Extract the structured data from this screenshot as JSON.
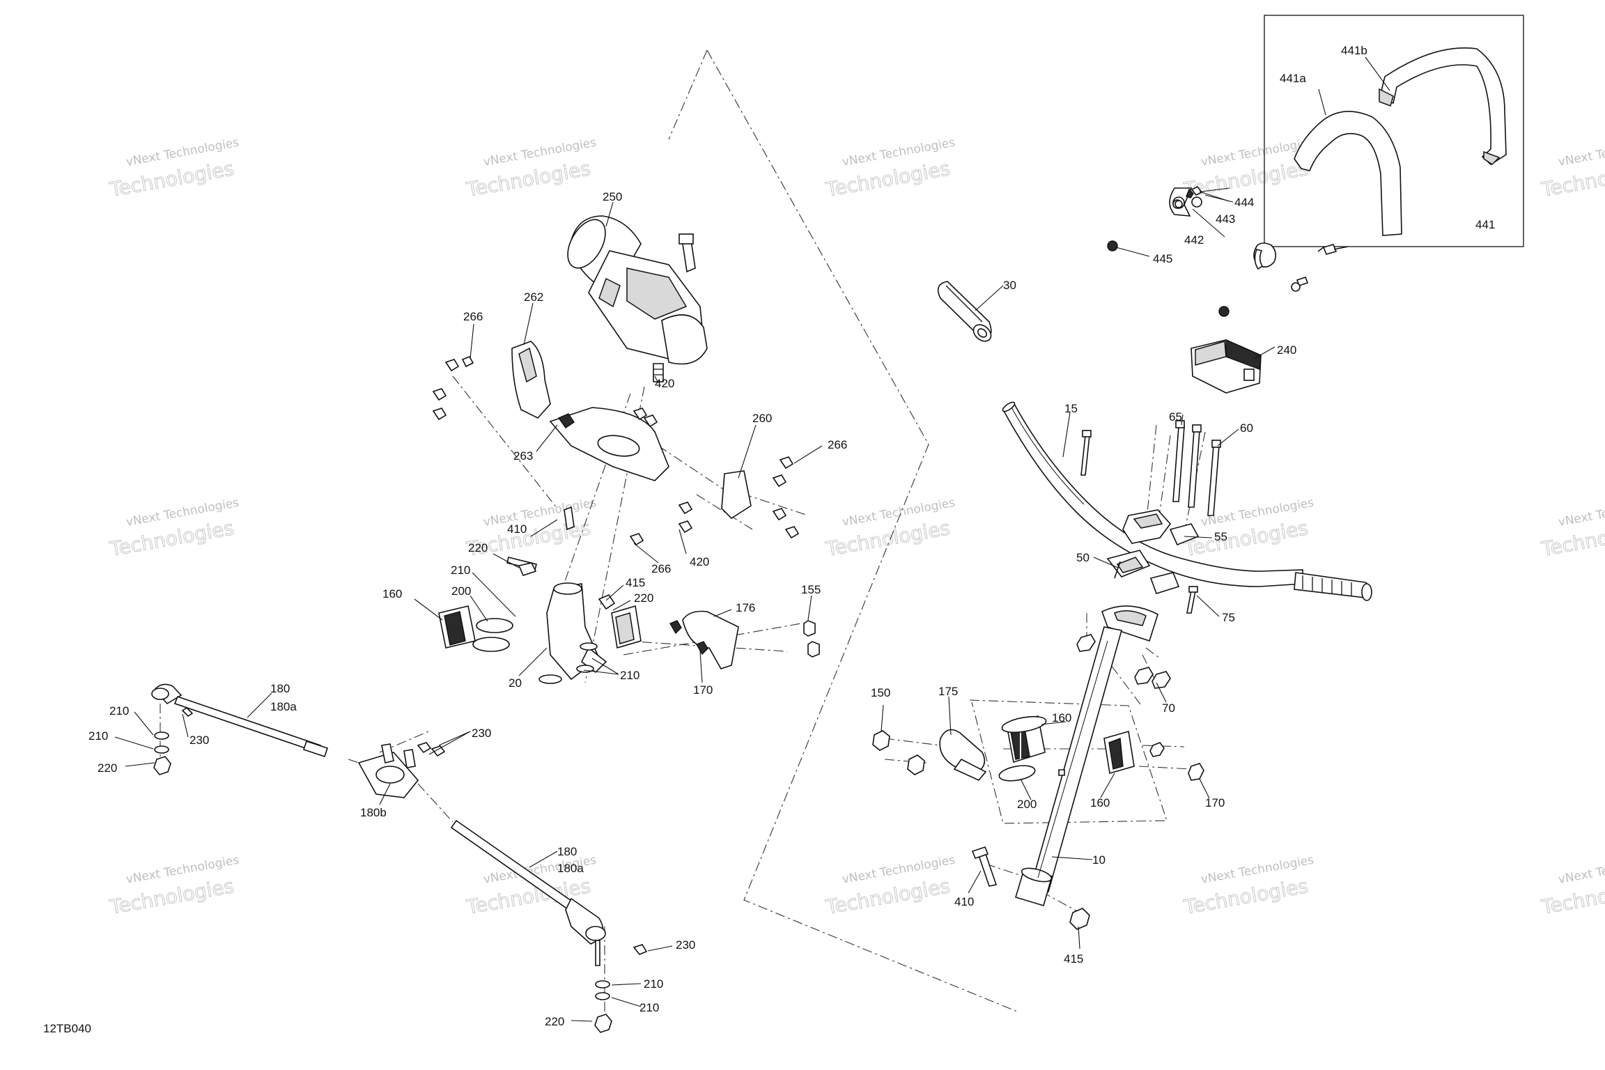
{
  "diagram": {
    "code": "12TB040",
    "watermark": {
      "line1": "vNext Technologies",
      "line2": "Technologies"
    },
    "callouts": {
      "c441": "441",
      "c441a": "441a",
      "c441b": "441b",
      "c444": "444",
      "c443": "443",
      "c442": "442",
      "c445": "445",
      "c30": "30",
      "c240": "240",
      "c15": "15",
      "c65": "65",
      "c60": "60",
      "c55": "55",
      "c50": "50",
      "c75": "75",
      "c70": "70",
      "c150": "150",
      "c175": "175",
      "c160r1": "160",
      "c160r2": "160",
      "c200r": "200",
      "c170r": "170",
      "c10": "10",
      "c410r": "410",
      "c415r": "415",
      "c250": "250",
      "c262": "262",
      "c266a": "266",
      "c420a": "420",
      "c263": "263",
      "c260": "260",
      "c266b": "266",
      "c410l": "410",
      "c420b": "420",
      "c266c": "266",
      "c220a": "220",
      "c210a": "210",
      "c160l": "160",
      "c200l": "200",
      "c415l": "415",
      "c220b": "220",
      "c20": "20",
      "c210b": "210",
      "c176": "176",
      "c155": "155",
      "c170l": "170",
      "c180a": "180",
      "c180aa": "180a",
      "c210c": "210",
      "c230a": "230",
      "c210d": "210",
      "c220c": "220",
      "c230b": "230",
      "c180b": "180b",
      "c180c": "180",
      "c180ca": "180a",
      "c230c": "230",
      "c210e": "210",
      "c210f": "210",
      "c220d": "220"
    }
  }
}
